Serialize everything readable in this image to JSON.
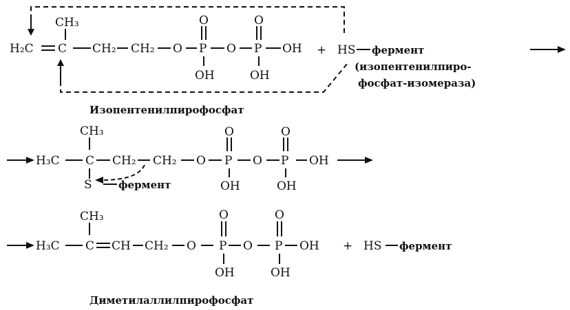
{
  "row1": {
    "h2c": "H₂C",
    "ch3": "CH₃",
    "c": "C",
    "ch2a": "CH₂",
    "ch2b": "CH₂",
    "o1": "O",
    "p1": "P",
    "o2": "O",
    "p2": "P",
    "oh": "OH",
    "p1_top": "O",
    "p1_bot": "OH",
    "p2_top": "O",
    "p2_bot": "OH",
    "plus": "+",
    "hs": "HS",
    "enzyme": "фермент",
    "enzyme_name_1": "(изопентенилпиро-",
    "enzyme_name_2": "фосфат-изомераза)",
    "caption": "Изопентенилпирофосфат"
  },
  "row2": {
    "h3c": "H₃C",
    "ch3": "CH₃",
    "c": "C",
    "ch2a": "CH₂",
    "ch2b": "CH₂",
    "o1": "O",
    "p1": "P",
    "o2": "O",
    "p2": "P",
    "oh": "OH",
    "p1_top": "O",
    "p1_bot": "OH",
    "p2_top": "O",
    "p2_bot": "OH",
    "s": "S",
    "enzyme": "фермент"
  },
  "row3": {
    "h3c": "H₃C",
    "ch3": "CH₃",
    "c": "C",
    "ch": "CH",
    "ch2": "CH₂",
    "o1": "O",
    "p1": "P",
    "o2": "O",
    "p2": "P",
    "oh": "OH",
    "p1_top": "O",
    "p1_bot": "OH",
    "p2_top": "O",
    "p2_bot": "OH",
    "plus": "+",
    "hs": "HS",
    "enzyme": "фермент",
    "caption": "Диметилаллилпирофосфат"
  }
}
